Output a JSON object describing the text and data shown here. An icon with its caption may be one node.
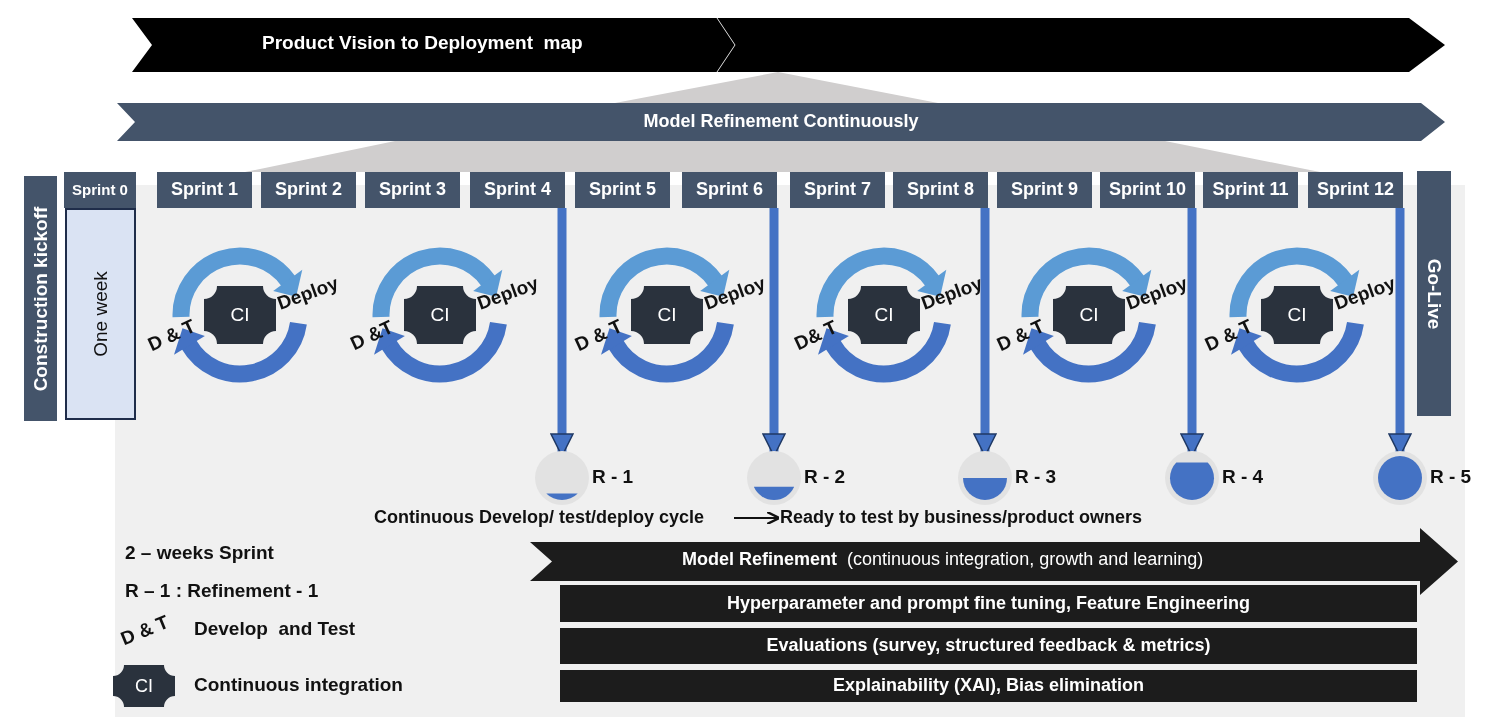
{
  "diagram": {
    "nodes": [
      {
        "text": [
          "Product Vision to Deployment  map"
        ]
      },
      {
        "text": [
          "Model Refinement Continuously"
        ]
      },
      {
        "text": [
          "Construction kickoff"
        ]
      },
      {
        "text": [
          "Sprint 0"
        ]
      },
      {
        "text": [
          "One week"
        ]
      },
      {
        "text": [
          "Sprint 1"
        ]
      },
      {
        "text": [
          "Sprint 2"
        ]
      },
      {
        "text": [
          "Sprint 3"
        ]
      },
      {
        "text": [
          "Sprint 4"
        ]
      },
      {
        "text": [
          "Sprint 5"
        ]
      },
      {
        "text": [
          "Sprint 6"
        ]
      },
      {
        "text": [
          "Sprint 7"
        ]
      },
      {
        "text": [
          "Sprint 8"
        ]
      },
      {
        "text": [
          "Sprint 9"
        ]
      },
      {
        "text": [
          "Sprint 10"
        ]
      },
      {
        "text": [
          "Sprint 11"
        ]
      },
      {
        "text": [
          "Sprint 12"
        ]
      },
      {
        "text": [
          "Go-Live"
        ]
      },
      {
        "text": [
          "CI"
        ],
        "beside": [
          "D & T",
          "Deploy"
        ]
      },
      {
        "text": [
          "CI"
        ],
        "beside": [
          "D &T",
          "Deploy"
        ]
      },
      {
        "text": [
          "CI"
        ],
        "beside": [
          "D & T",
          "Deploy"
        ]
      },
      {
        "text": [
          "CI"
        ],
        "beside": [
          "D& T",
          "Deploy"
        ]
      },
      {
        "text": [
          "CI"
        ],
        "beside": [
          "D & T",
          "Deploy"
        ]
      },
      {
        "text": [
          "CI"
        ],
        "beside": [
          "D & T",
          "Deploy"
        ]
      },
      {
        "text": [],
        "shape": "circle",
        "beside": [
          "R - 1"
        ]
      },
      {
        "text": [],
        "shape": "circle",
        "beside": [
          "R - 2"
        ]
      },
      {
        "text": [],
        "shape": "circle",
        "beside": [
          "R - 3"
        ]
      },
      {
        "text": [],
        "shape": "circle",
        "beside": [
          "R - 4"
        ]
      },
      {
        "text": [],
        "shape": "circle",
        "beside": [
          "R - 5"
        ]
      },
      {
        "text": [
          "Continuous Develop/ test/deploy cycle"
        ]
      },
      {
        "text": [
          "Ready to test by business/product owners"
        ]
      },
      {
        "text": [
          "**Model Refinement**  (continuous integration, growth and learning)"
        ]
      },
      {
        "text": [
          "Hyperparameter and prompt fine tuning, Feature Engineering"
        ]
      },
      {
        "text": [
          "Evaluations (survey, structured feedback & metrics)"
        ]
      },
      {
        "text": [
          "Explainability (XAI), Bias elimination"
        ]
      }
    ],
    "edges": [
      {
        "from": 8,
        "to": 24,
        "arrow": "to"
      },
      {
        "from": 10,
        "to": 25,
        "arrow": "to"
      },
      {
        "from": 12,
        "to": 26,
        "arrow": "to"
      },
      {
        "from": 14,
        "to": 27,
        "arrow": "to"
      },
      {
        "from": 16,
        "to": 28,
        "arrow": "to"
      },
      {
        "from": 29,
        "to": 30,
        "arrow": "to",
        "color": "#111111"
      }
    ],
    "labels": [
      "2 – weeks Sprint",
      "R – 1 : Refinement - 1",
      "D & T",
      "Develop  and Test",
      "CI",
      "Continuous integration"
    ]
  }
}
